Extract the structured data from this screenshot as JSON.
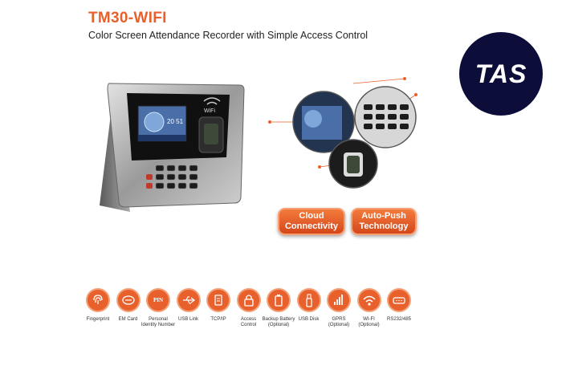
{
  "header": {
    "title": "TM30-WIFI",
    "subtitle": "Color Screen Attendance Recorder with Simple Access Control"
  },
  "logo": {
    "text": "TAS"
  },
  "features": {
    "cloud": [
      "Cloud",
      "Connectivity"
    ],
    "push": [
      "Auto-Push",
      "Technology"
    ]
  },
  "icons": [
    {
      "name": "fingerprint-icon",
      "label": [
        "Fingerprint"
      ]
    },
    {
      "name": "em-card-icon",
      "label": [
        "EM Card"
      ]
    },
    {
      "name": "pin-icon",
      "label": [
        "Personal",
        "Identity Number"
      ],
      "glyph": "PIN"
    },
    {
      "name": "usb-link-icon",
      "label": [
        "USB Link"
      ]
    },
    {
      "name": "tcpip-icon",
      "label": [
        "TCP/IP"
      ]
    },
    {
      "name": "access-control-icon",
      "label": [
        "Access",
        "Control"
      ]
    },
    {
      "name": "backup-battery-icon",
      "label": [
        "Backup Battery",
        "(Optional)"
      ]
    },
    {
      "name": "usb-disk-icon",
      "label": [
        "USB Disk"
      ]
    },
    {
      "name": "gprs-icon",
      "label": [
        "GPRS",
        "(Optional)"
      ]
    },
    {
      "name": "wifi-icon",
      "label": [
        "WI-FI",
        "(Optional)"
      ]
    },
    {
      "name": "rs232-icon",
      "label": [
        "RS232/485"
      ]
    }
  ],
  "device": {
    "brand": "WiFi",
    "screen_time": "20 51"
  },
  "colors": {
    "accent": "#e8612c",
    "logo_bg": "#0d0d3a"
  }
}
